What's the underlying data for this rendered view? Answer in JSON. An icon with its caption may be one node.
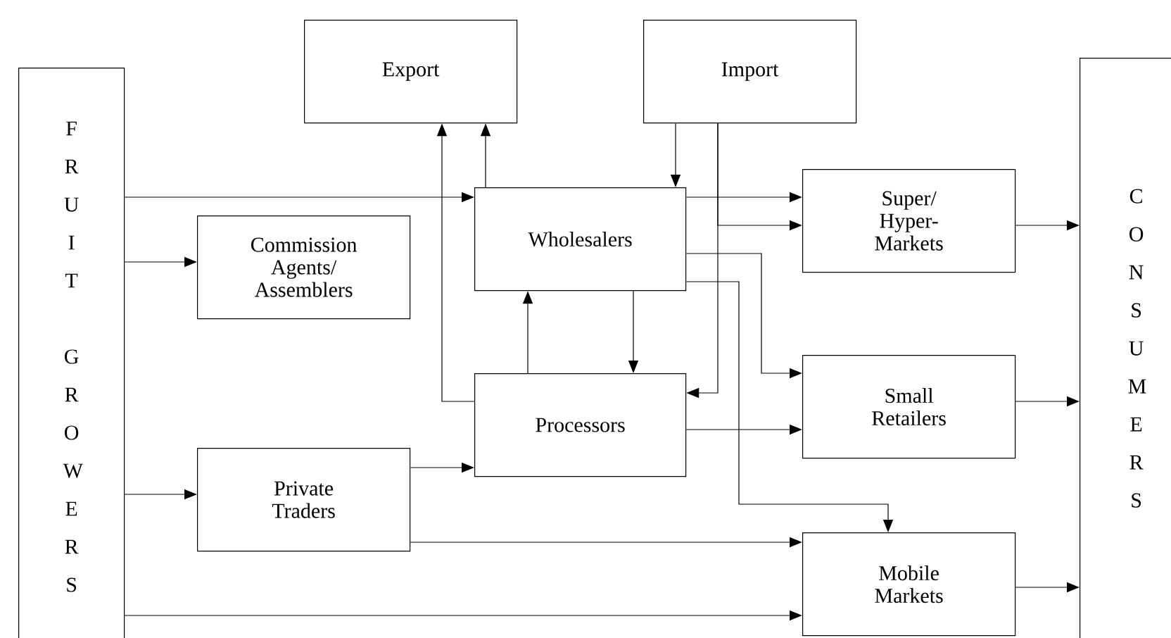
{
  "diagram": {
    "nodes": [
      {
        "text": [
          "F R U I T",
          "G R O W E R S"
        ]
      },
      {
        "text": [
          "Export"
        ]
      },
      {
        "text": [
          "Import"
        ]
      },
      {
        "text": [
          "Commission Agents/ Assemblers"
        ]
      },
      {
        "text": [
          "Wholesalers"
        ]
      },
      {
        "text": [
          "Super/ Hyper- Markets"
        ]
      },
      {
        "text": [
          "Processors"
        ]
      },
      {
        "text": [
          "Small Retailers"
        ]
      },
      {
        "text": [
          "Private Traders"
        ]
      },
      {
        "text": [
          "Mobile Markets"
        ]
      },
      {
        "text": [
          "C O N S U M E R S"
        ]
      }
    ],
    "edges": [
      {
        "from": 0,
        "to": 4,
        "arrow": "to"
      },
      {
        "from": 0,
        "to": 3,
        "arrow": "to"
      },
      {
        "from": 0,
        "to": 8,
        "arrow": "to"
      },
      {
        "from": 0,
        "to": 9,
        "arrow": "to"
      },
      {
        "from": 8,
        "to": 6,
        "arrow": "to"
      },
      {
        "from": 8,
        "to": 9,
        "arrow": "to"
      },
      {
        "from": 4,
        "to": 1,
        "arrow": "to"
      },
      {
        "from": 6,
        "to": 1,
        "arrow": "to"
      },
      {
        "from": 6,
        "to": 4,
        "arrow": "to"
      },
      {
        "from": 4,
        "to": 6,
        "arrow": "to"
      },
      {
        "from": 2,
        "to": 4,
        "arrow": "to"
      },
      {
        "from": 2,
        "to": 6,
        "arrow": "to"
      },
      {
        "from": 2,
        "to": 5,
        "arrow": "to"
      },
      {
        "from": 4,
        "to": 5,
        "arrow": "to"
      },
      {
        "from": 4,
        "to": 7,
        "arrow": "to"
      },
      {
        "from": 4,
        "to": 9,
        "arrow": "to"
      },
      {
        "from": 6,
        "to": 7,
        "arrow": "to"
      },
      {
        "from": 5,
        "to": 10,
        "arrow": "to"
      },
      {
        "from": 7,
        "to": 10,
        "arrow": "to"
      },
      {
        "from": 9,
        "to": 10,
        "arrow": "to"
      }
    ]
  }
}
